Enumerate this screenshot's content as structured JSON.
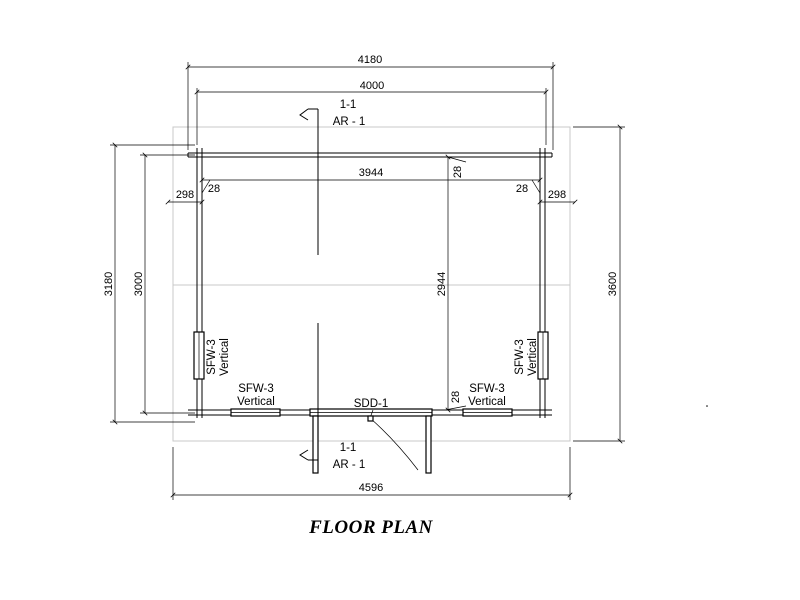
{
  "title": "FLOOR PLAN",
  "dimensions": {
    "overall_top": "4180",
    "inner_top": "4000",
    "interior_width": "3944",
    "overall_bottom": "4596",
    "left_outer": "3180",
    "left_inner": "3000",
    "interior_height": "2944",
    "right_outer": "3600",
    "overhang_left": "298",
    "overhang_right": "298",
    "wall_top_left": "28",
    "wall_top_right": "28",
    "wall_top_mid": "28",
    "wall_bottom_right": "28"
  },
  "section_markers": {
    "top": {
      "id": "1-1",
      "ref": "AR - 1"
    },
    "bottom": {
      "id": "1-1",
      "ref": "AR - 1"
    }
  },
  "openings": {
    "door": "SDD-1",
    "left_side_window": {
      "code": "SFW-3",
      "orient": "Vertical"
    },
    "right_side_window": {
      "code": "SFW-3",
      "orient": "Vertical"
    },
    "front_left_window": {
      "code": "SFW-3",
      "orient": "Vertical"
    },
    "front_right_window": {
      "code": "SFW-3",
      "orient": "Vertical"
    }
  }
}
